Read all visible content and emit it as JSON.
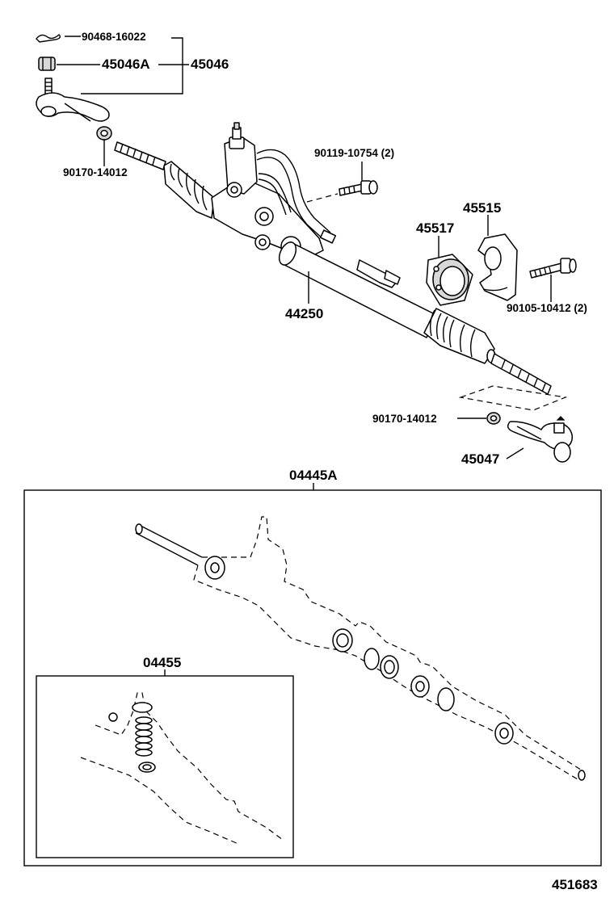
{
  "diagram": {
    "labels": {
      "clip_pin": "90468-16022",
      "lock_nut": "45046A",
      "tie_rod_end_lh": "45046",
      "nut_left": "90170-14012",
      "bolt_top": "90119-10754 (2)",
      "bracket": "45515",
      "bushing": "45517",
      "gear_assy": "44250",
      "bolt_right": "90105-10412 (2)",
      "nut_right": "90170-14012",
      "tie_rod_end_rh": "45047",
      "kit_main": "04445A",
      "kit_sub": "04455",
      "figure_number": "451683"
    }
  }
}
